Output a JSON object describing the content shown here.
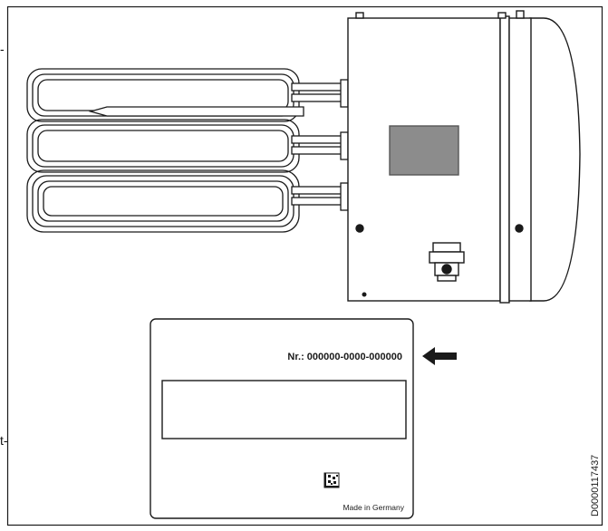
{
  "plate": {
    "serial_text": "Nr.: 000000-0000-000000",
    "made_in_text": "Made in Germany"
  },
  "doc_code": "D0000117437",
  "edge_fragments": {
    "top_left": "-",
    "mid_left": "t-"
  },
  "colors": {
    "line": "#1a1a1a",
    "display_fill": "#8c8c8c",
    "fill": "#ffffff"
  }
}
